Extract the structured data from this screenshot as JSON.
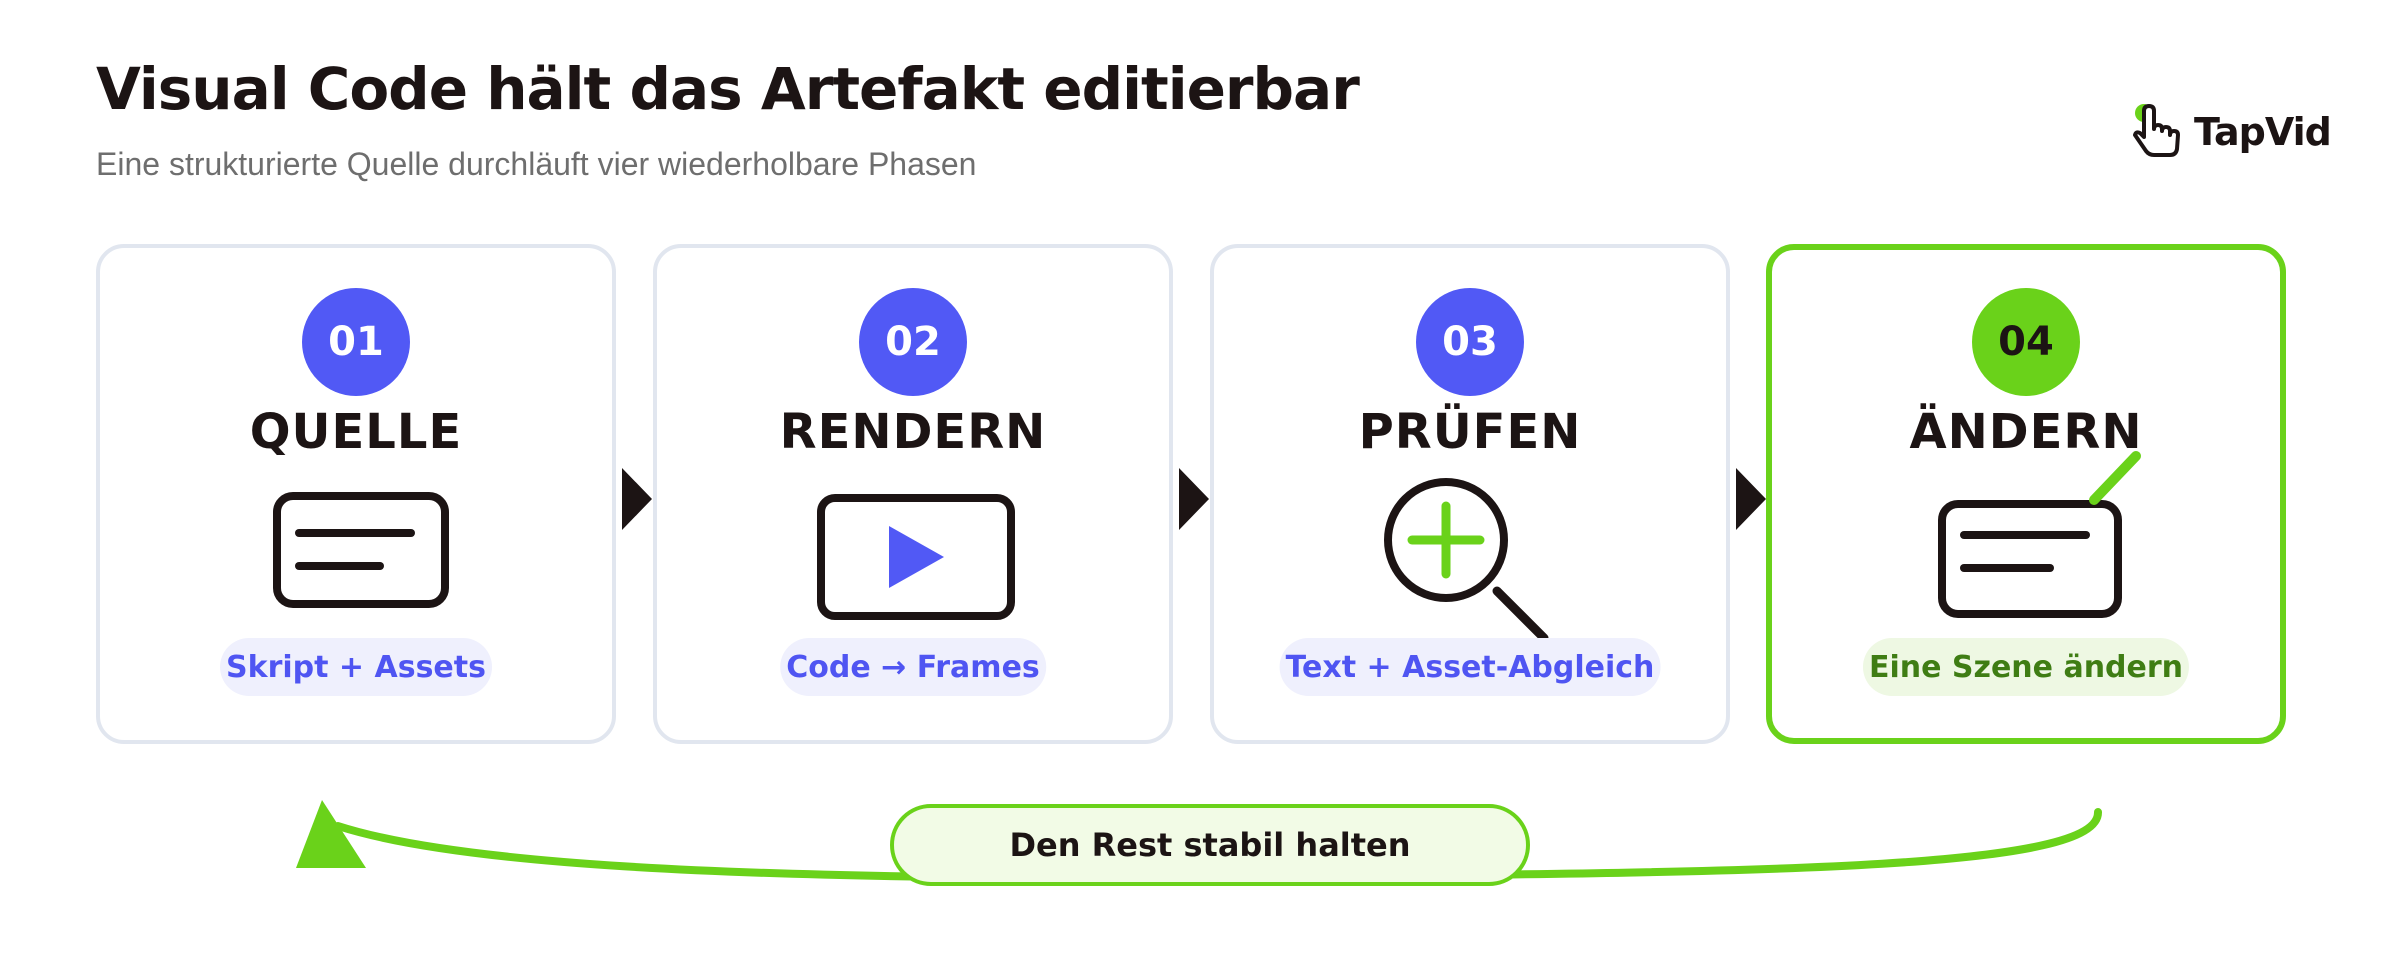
{
  "header": {
    "title": "Visual Code hält das Artefakt editierbar",
    "subtitle": "Eine strukturierte Quelle durchläuft vier wiederholbare Phasen"
  },
  "logo": {
    "text": "TapVid"
  },
  "phases": [
    {
      "number": "01",
      "name": "QUELLE",
      "chip": "Skript + Assets",
      "icon": "document-icon"
    },
    {
      "number": "02",
      "name": "RENDERN",
      "chip": "Code → Frames",
      "icon": "video-play-icon"
    },
    {
      "number": "03",
      "name": "PRÜFEN",
      "chip": "Text + Asset-Abgleich",
      "icon": "magnifier-plus-icon"
    },
    {
      "number": "04",
      "name": "ÄNDERN",
      "chip": "Eine Szene ändern",
      "icon": "edit-document-icon",
      "highlighted": true
    }
  ],
  "loop": {
    "label": "Den Rest stabil halten"
  },
  "colors": {
    "accent_blue": "#5159f5",
    "accent_green": "#6ad21a",
    "text_dark": "#1c1414",
    "card_border": "#e1e6ef"
  }
}
